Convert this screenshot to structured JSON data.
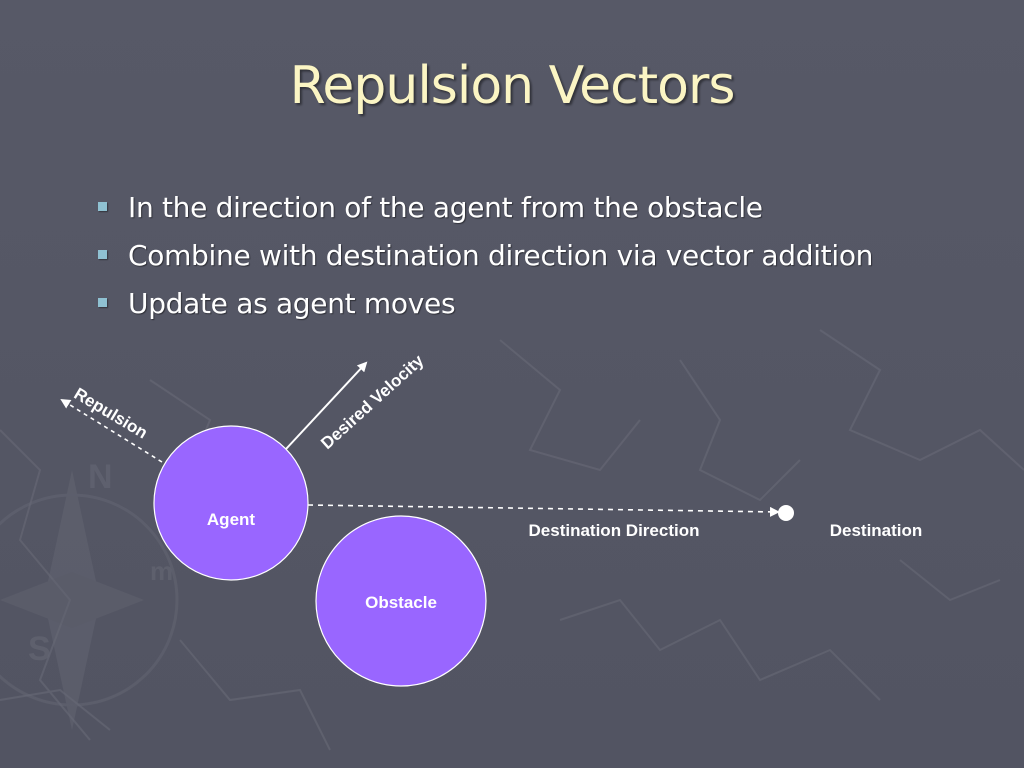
{
  "slide": {
    "title": "Repulsion Vectors",
    "bullets": [
      "In the direction of the agent from the obstacle",
      "Combine with destination direction via vector addition",
      "Update as agent moves"
    ]
  },
  "diagram": {
    "nodes": {
      "agent": "Agent",
      "obstacle": "Obstacle",
      "destination": "Destination"
    },
    "vectors": {
      "repulsion": "Repulsion",
      "desired_velocity": "Desired Velocity",
      "destination_direction": "Destination Direction"
    }
  },
  "colors": {
    "background": "#565866",
    "title": "#fbf5c4",
    "bullet_marker": "#8fc1d2",
    "circle_fill": "#9966ff",
    "text": "#ffffff"
  }
}
